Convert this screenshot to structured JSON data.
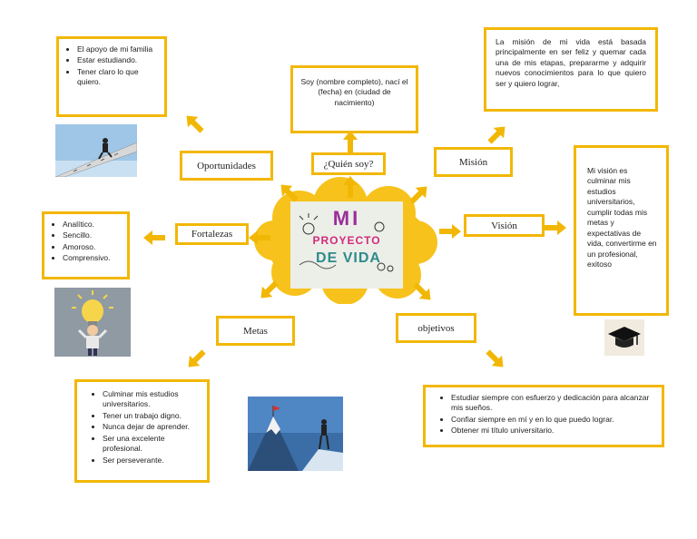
{
  "center": {
    "title_line1": "MI",
    "title_line2": "PROYECTO",
    "title_line3": "DE VIDA"
  },
  "labels": {
    "oportunidades": "Oportunidades",
    "quien": "¿Quién soy?",
    "mision": "Misión",
    "vision": "Visión",
    "fortalezas": "Fortalezas",
    "metas": "Metas",
    "objetivos": "objetivos"
  },
  "quien_box": "Soy (nombre completo), nací el (fecha) en (ciudad de nacimiento)",
  "oportunidades_items": [
    "El apoyo de mi familia",
    "Estar estudiando.",
    "Tener claro lo que quiero."
  ],
  "mision_box": "La misión de mi vida está basada principalmente en ser feliz y quemar cada una de mis etapas, prepararme y adquirir nuevos conocimientos para lo que quiero ser y quiero lograr,",
  "vision_box": "Mi visión es culminar mis estudios universitarios, cumplir todas mis metas y expectativas de vida, convertirme en un profesional, exitoso",
  "fortalezas_items": [
    "Analítico.",
    "Sencillo.",
    "Amoroso.",
    "Comprensivo."
  ],
  "metas_items": [
    "Culminar mis estudios universitarios.",
    "Tener un trabajo digno.",
    "Nunca dejar de aprender.",
    "Ser una excelente profesional.",
    "Ser perseverante."
  ],
  "objetivos_items": [
    "Estudiar siempre con esfuerzo y dedicación para alcanzar mis sueños.",
    "Confiar siempre en mí y en lo que puedo lograr.",
    "Obtener mi título universitario."
  ],
  "colors": {
    "accent": "#f2b705",
    "cloud": "#f7c21b"
  }
}
